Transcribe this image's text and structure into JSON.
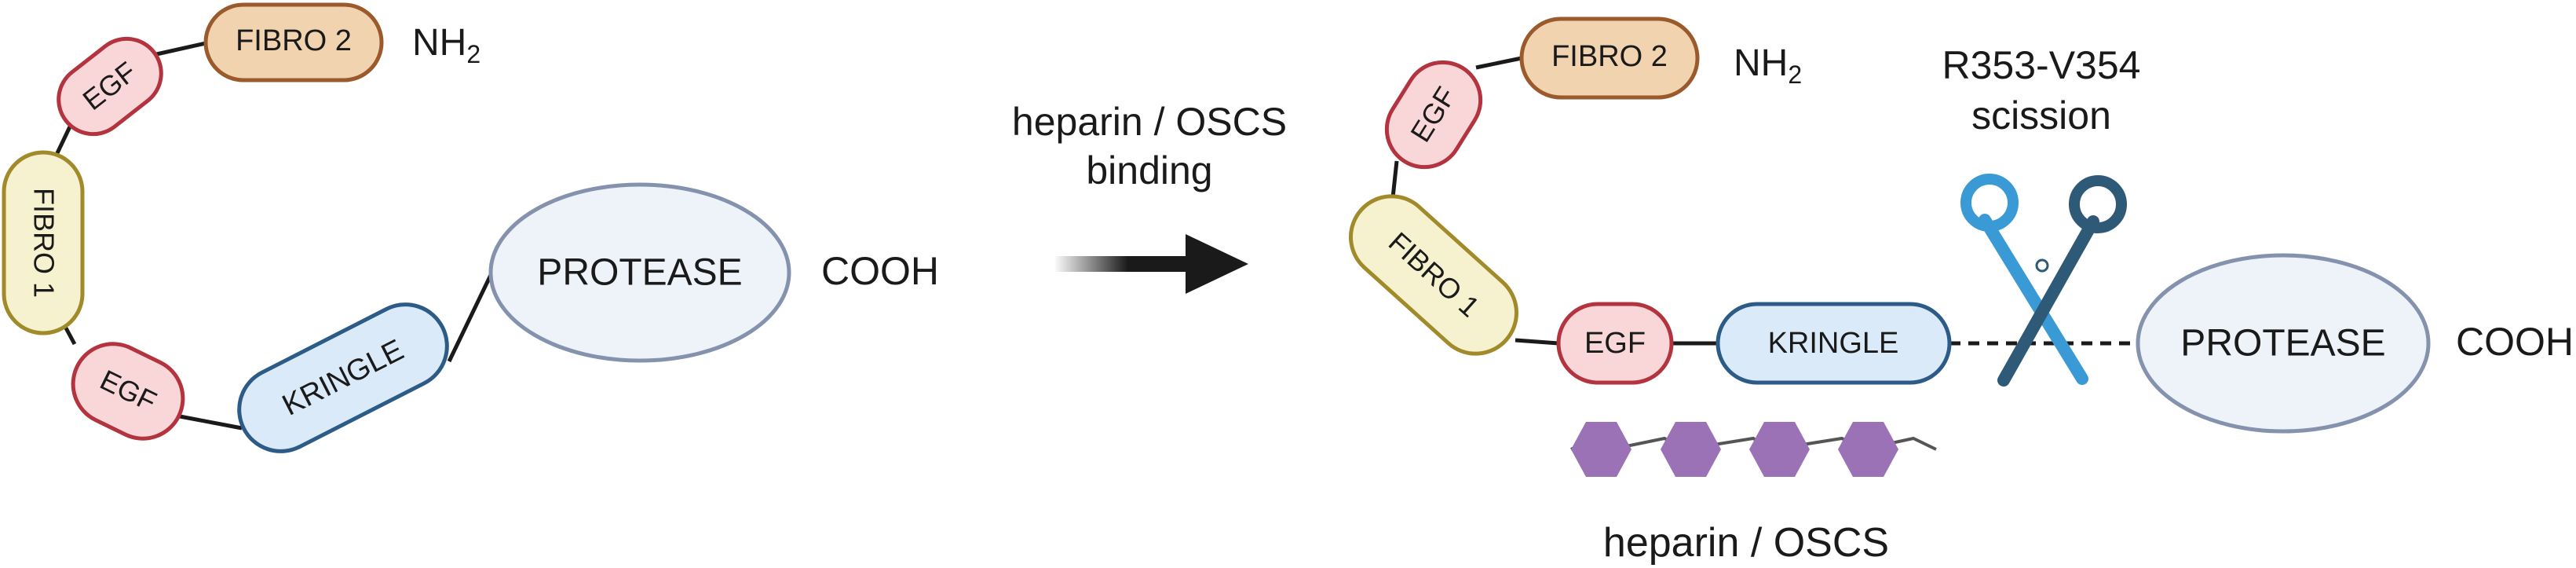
{
  "left_state": {
    "fibro2": "FIBRO 2",
    "nh2_main": "NH",
    "nh2_sub": "2",
    "egf_top": "EGF",
    "fibro1": "FIBRO 1",
    "egf_bottom": "EGF",
    "kringle": "KRINGLE",
    "protease": "PROTEASE",
    "cooh": "COOH"
  },
  "transition": {
    "line1": "heparin / OSCS",
    "line2": "binding"
  },
  "right_state": {
    "fibro2": "FIBRO 2",
    "nh2_main": "NH",
    "nh2_sub": "2",
    "egf_top": "EGF",
    "fibro1": "FIBRO 1",
    "egf_bottom": "EGF",
    "kringle": "KRINGLE",
    "protease": "PROTEASE",
    "cooh": "COOH",
    "scission_line1": "R353-V354",
    "scission_line2": "scission",
    "heparin_label": "heparin / OSCS"
  },
  "colors": {
    "fibro2_fill": "#f2d3b0",
    "fibro2_stroke": "#9a5a2c",
    "egf_fill": "#f9d7d9",
    "egf_stroke": "#b3343f",
    "fibro1_fill": "#f6f2cf",
    "fibro1_stroke": "#a08a2a",
    "kringle_fill": "#dbeaf8",
    "kringle_stroke": "#2b5b86",
    "protease_fill": "#eef3fa",
    "protease_stroke": "#8592ad",
    "heparin_fill": "#9b72b5",
    "scissors_dark": "#2e5a78",
    "scissors_light": "#3a9ad6"
  }
}
